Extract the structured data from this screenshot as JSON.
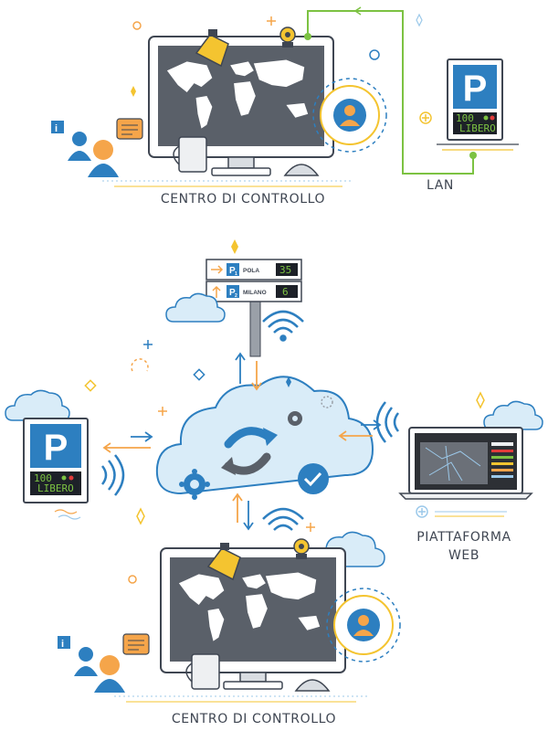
{
  "control_center_top": {
    "caption": "CENTRO DI CONTROLLO"
  },
  "lan": {
    "caption": "LAN"
  },
  "parking_sign_top": {
    "symbol": "P",
    "count": "100",
    "status": "LIBERO"
  },
  "direction_sign": {
    "rows": [
      {
        "badge": "P",
        "sub": "1",
        "city": "POLA",
        "count": "35"
      },
      {
        "badge": "P",
        "sub": "2",
        "city": "MILANO",
        "count": "6"
      }
    ]
  },
  "parking_sign_left": {
    "symbol": "P",
    "count": "100",
    "status": "LIBERO"
  },
  "web_platform": {
    "caption_line1": "PIATTAFORMA",
    "caption_line2": "WEB"
  },
  "control_center_bottom": {
    "caption": "CENTRO DI CONTROLLO"
  },
  "colors": {
    "blue": "#2d7fc0",
    "light_blue": "#d9ecf8",
    "yellow": "#f4c430",
    "green": "#7cc242",
    "orange": "#f5a54a",
    "dark": "#3f4652"
  }
}
